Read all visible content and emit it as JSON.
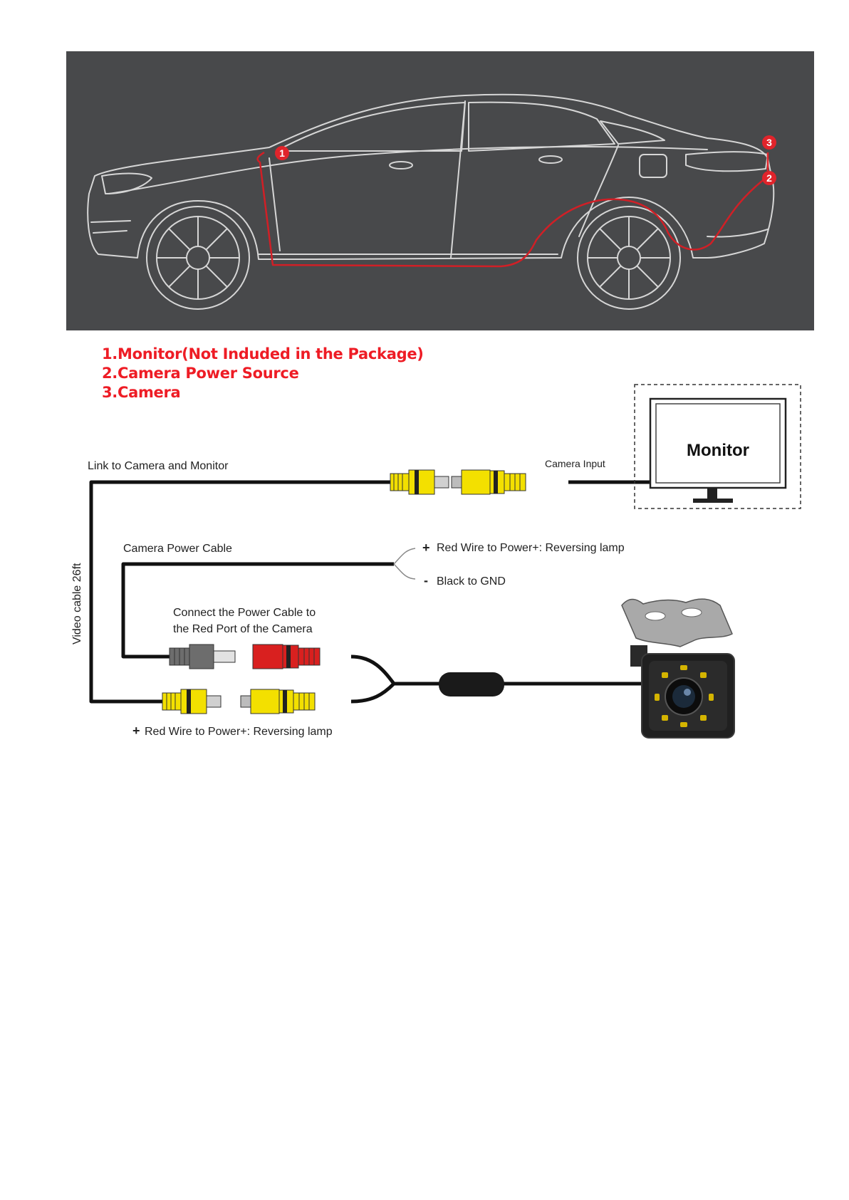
{
  "car_markers": [
    "1",
    "3",
    "2"
  ],
  "legend": [
    "1.Monitor(Not Induded in the Package)",
    "2.Camera Power Source",
    "3.Camera"
  ],
  "wiring": {
    "link_label": "Link to Camera and Monitor",
    "camera_input_label": "Camera Input",
    "monitor_label": "Monitor",
    "power_cable_label": "Camera Power Cable",
    "plus_sign": "+",
    "minus_sign": "-",
    "red_wire_label": "Red Wire to Power+: Reversing lamp",
    "black_gnd_label": "Black to GND",
    "connect_line1": "Connect the Power Cable to",
    "connect_line2": "the Red Port of the Camera",
    "video_cable_label": "Video cable 26ft",
    "bottom_red_wire_label": "Red Wire to Power+: Reversing lamp"
  },
  "colors": {
    "panel_bg": "#48494b",
    "car_line": "#d6d6d6",
    "cable_route": "#d11f26",
    "marker": "#e0242b",
    "legend_text": "#ee1c25",
    "rca_yellow": "#f3e000",
    "rca_red": "#d9201f",
    "rca_gray": "#6d6d6d",
    "cable": "#111111"
  }
}
